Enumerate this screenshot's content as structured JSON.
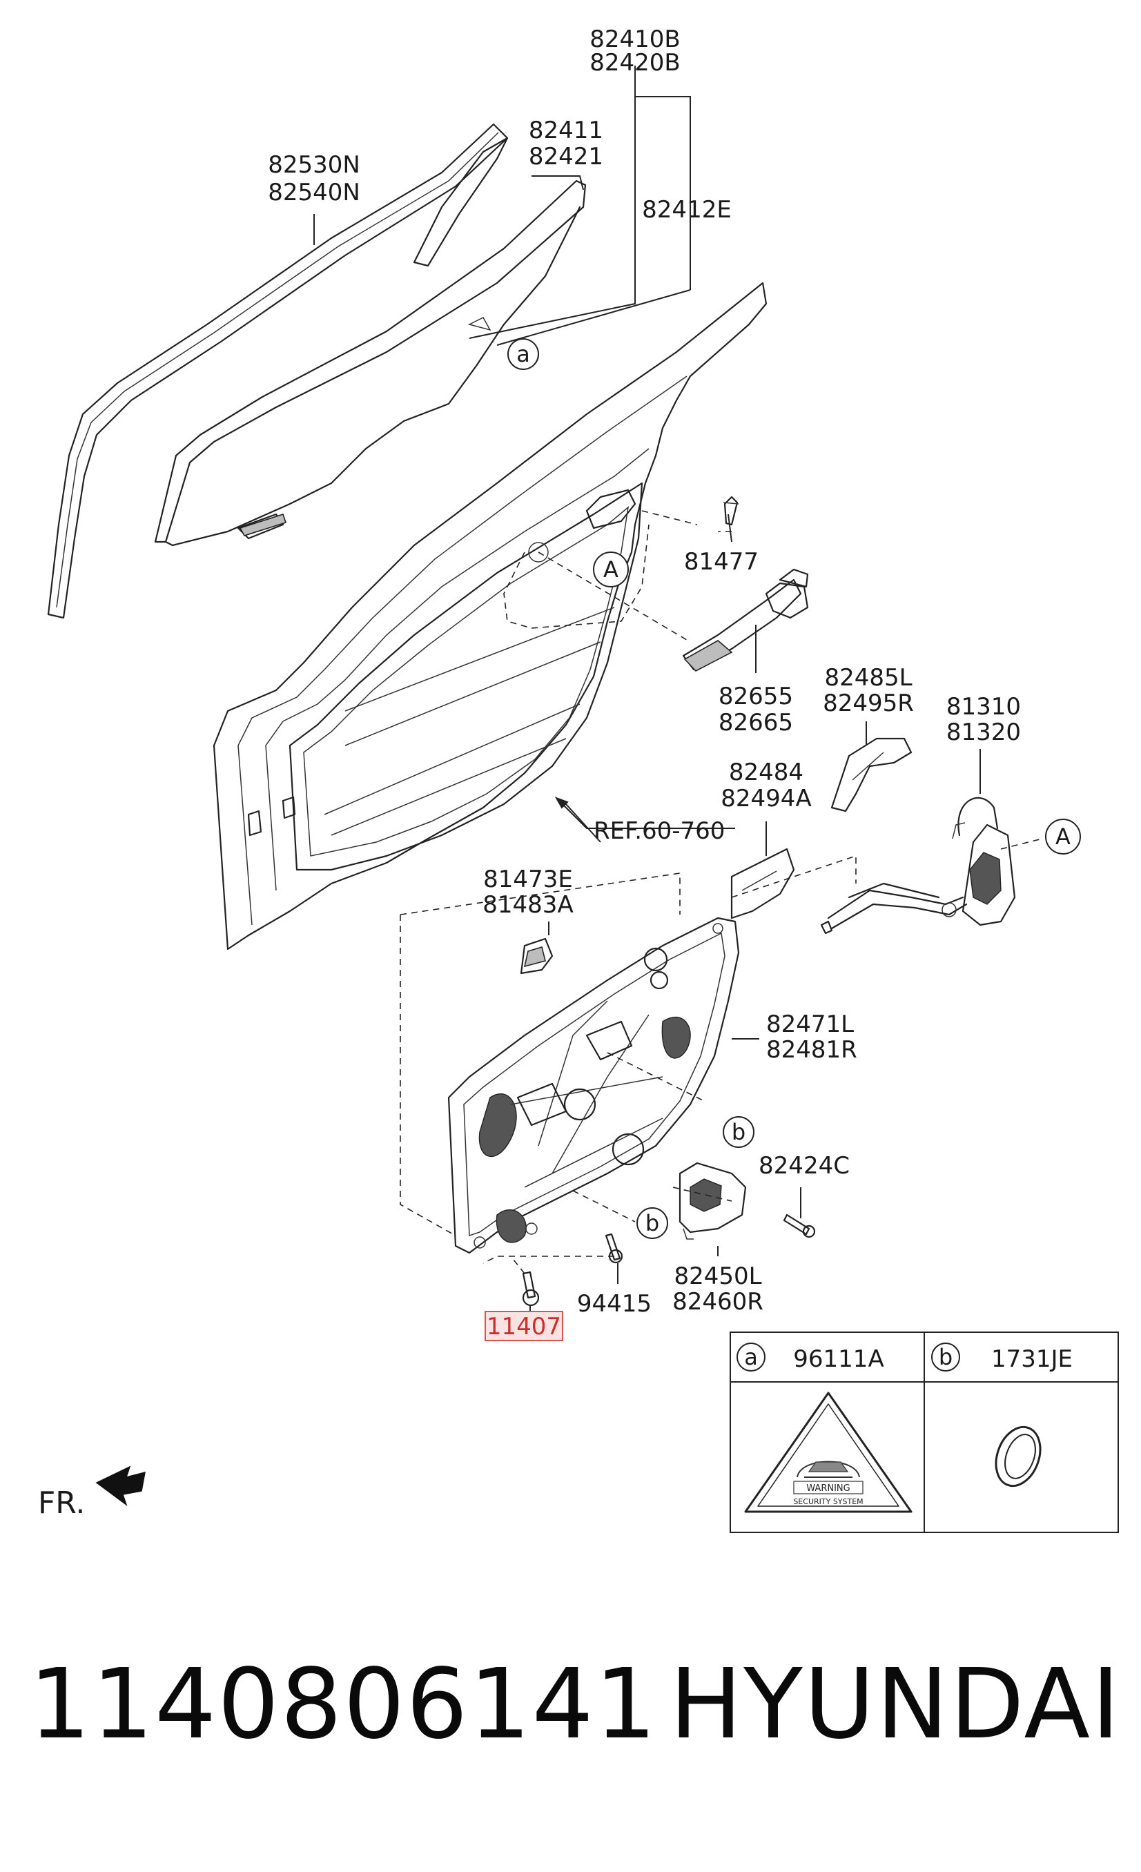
{
  "diagram": {
    "labels": {
      "p82410B": "82410B",
      "p82420B": "82420B",
      "p82411": "82411",
      "p82421": "82421",
      "p82530N": "82530N",
      "p82540N": "82540N",
      "p82412E": "82412E",
      "p81477": "81477",
      "p82655": "82655",
      "p82665": "82665",
      "p82485L": "82485L",
      "p82495R": "82495R",
      "p81310": "81310",
      "p81320": "81320",
      "p82484": "82484",
      "p82494A": "82494A",
      "ref": "REF.60-760",
      "p81473E": "81473E",
      "p81483A": "81483A",
      "p82471L": "82471L",
      "p82481R": "82481R",
      "p82424C": "82424C",
      "p82450L": "82450L",
      "p82460R": "82460R",
      "p94415": "94415",
      "p11407": "11407",
      "fr": "FR."
    },
    "bubbles": {
      "a": "a",
      "b": "b",
      "A": "A"
    },
    "legend": {
      "a_letter": "a",
      "a_part": "96111A",
      "b_letter": "b",
      "b_part": "1731JE",
      "sticker_line1": "WARNING",
      "sticker_line2": "SECURITY SYSTEM"
    },
    "highlight_color": "#d9534f"
  },
  "footer": {
    "part_number": "1140806141",
    "brand": "HYUNDAI"
  }
}
